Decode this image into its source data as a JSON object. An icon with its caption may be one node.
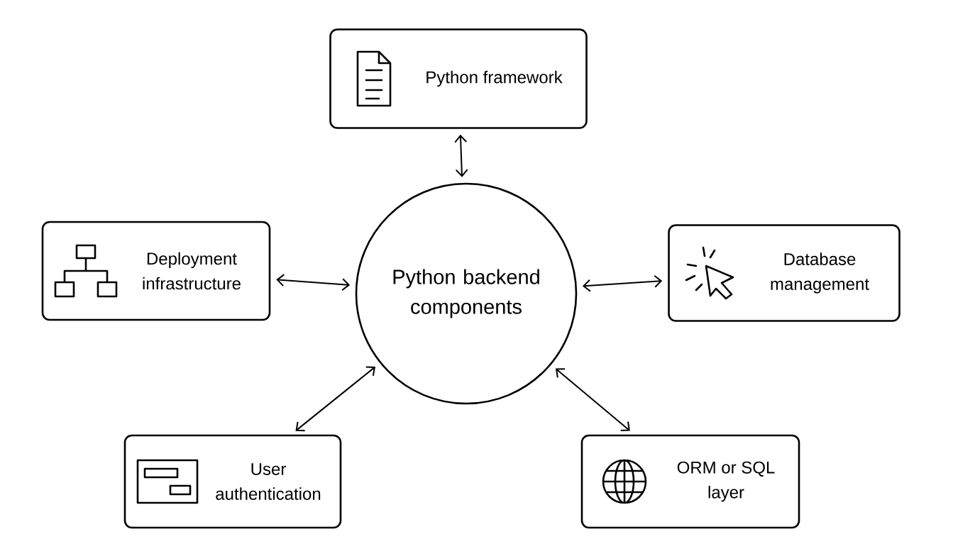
{
  "diagram": {
    "nodes": [
      {
        "text": [
          "Python backend components"
        ]
      },
      {
        "text": [
          "Python framework"
        ]
      },
      {
        "text": [
          "Deployment infrastructure"
        ]
      },
      {
        "text": [
          "Database management"
        ]
      },
      {
        "text": [
          "User authentication"
        ]
      },
      {
        "text": [
          "ORM or SQL layer"
        ]
      }
    ],
    "edges": [
      {
        "from": 0,
        "to": 1,
        "arrow": "both"
      },
      {
        "from": 0,
        "to": 2,
        "arrow": "both"
      },
      {
        "from": 0,
        "to": 3,
        "arrow": "both"
      },
      {
        "from": 0,
        "to": 4,
        "arrow": "both"
      },
      {
        "from": 0,
        "to": 5,
        "arrow": "both"
      }
    ]
  }
}
